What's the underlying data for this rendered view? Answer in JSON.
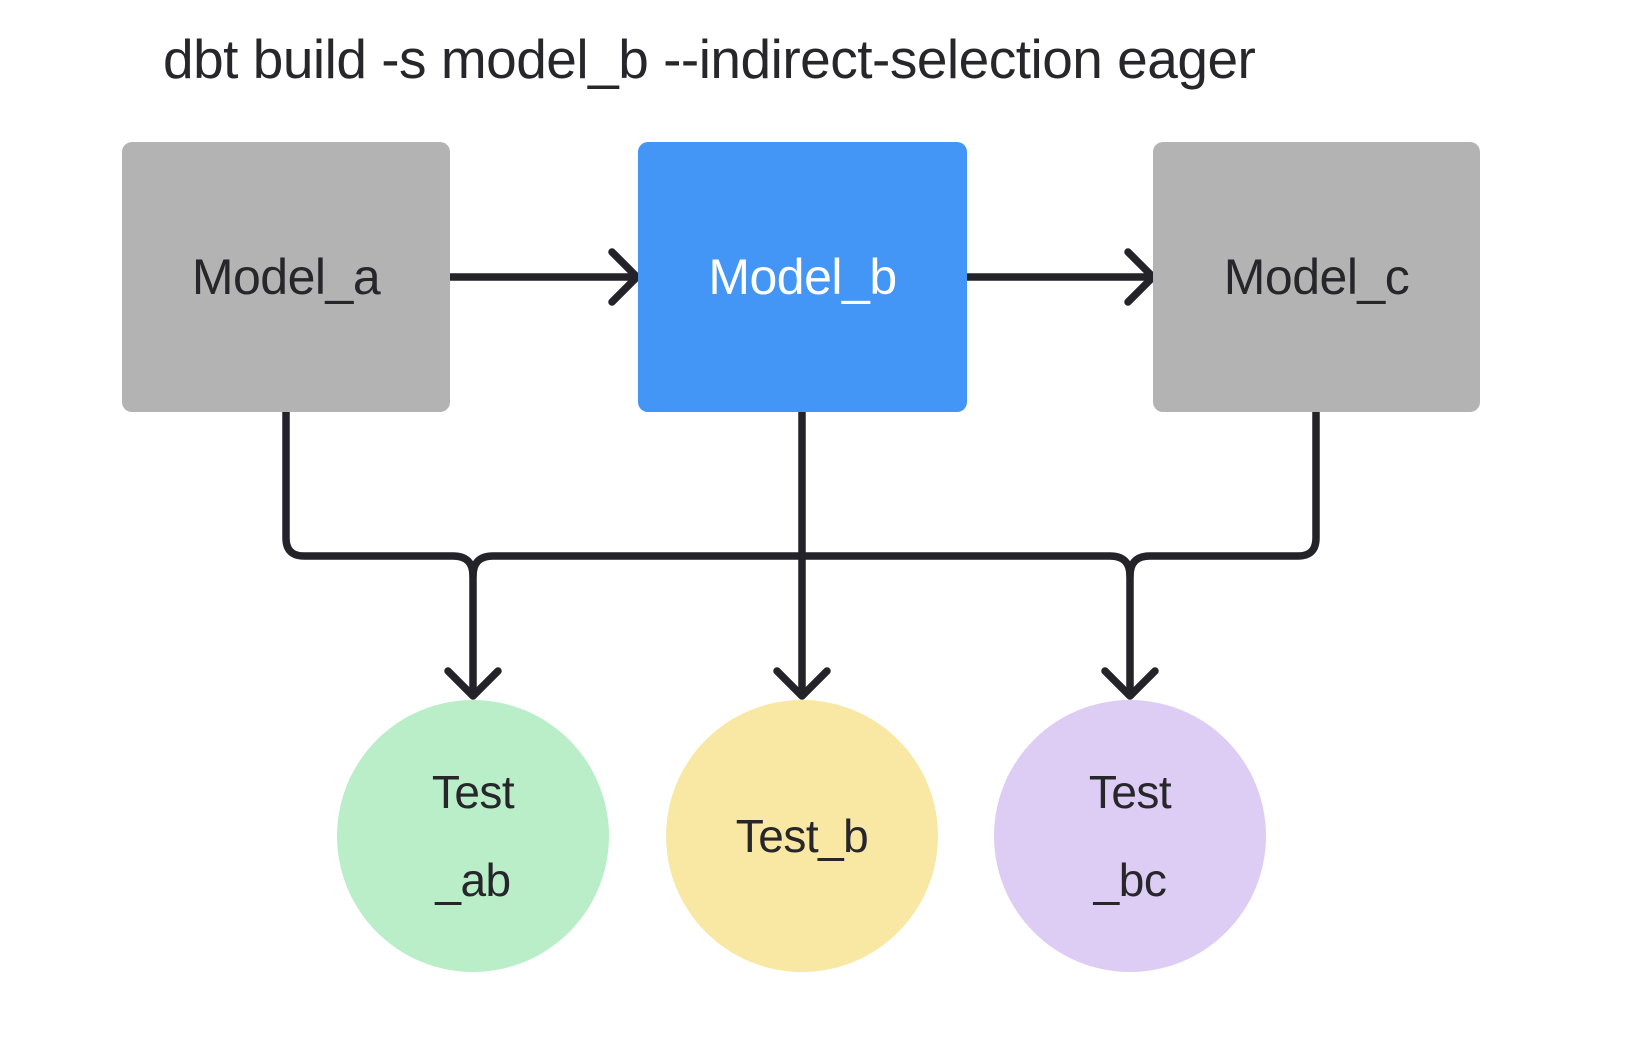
{
  "title": "dbt build -s model_b --indirect-selection eager",
  "colors": {
    "background": "#ffffff",
    "node_gray": "#b3b3b3",
    "node_blue": "#4496f6",
    "test_green": "#baeec9",
    "test_yellow": "#f9e7a4",
    "test_purple": "#ddccf4",
    "edge": "#232329",
    "text_dark": "#26262b",
    "text_light": "#ffffff"
  },
  "diagram": {
    "models": [
      {
        "id": "model_a",
        "label": "Model_a",
        "selected": false
      },
      {
        "id": "model_b",
        "label": "Model_b",
        "selected": true
      },
      {
        "id": "model_c",
        "label": "Model_c",
        "selected": false
      }
    ],
    "tests": [
      {
        "id": "test_ab",
        "label_line1": "Test",
        "label_line2": "_ab"
      },
      {
        "id": "test_b",
        "label": "Test_b"
      },
      {
        "id": "test_bc",
        "label_line1": "Test",
        "label_line2": "_bc"
      }
    ],
    "edges": [
      {
        "from": "model_a",
        "to": "model_b"
      },
      {
        "from": "model_b",
        "to": "model_c"
      },
      {
        "from": "model_a",
        "to": "test_ab"
      },
      {
        "from": "model_b",
        "to": "test_ab"
      },
      {
        "from": "model_b",
        "to": "test_b"
      },
      {
        "from": "model_b",
        "to": "test_bc"
      },
      {
        "from": "model_c",
        "to": "test_bc"
      }
    ]
  }
}
